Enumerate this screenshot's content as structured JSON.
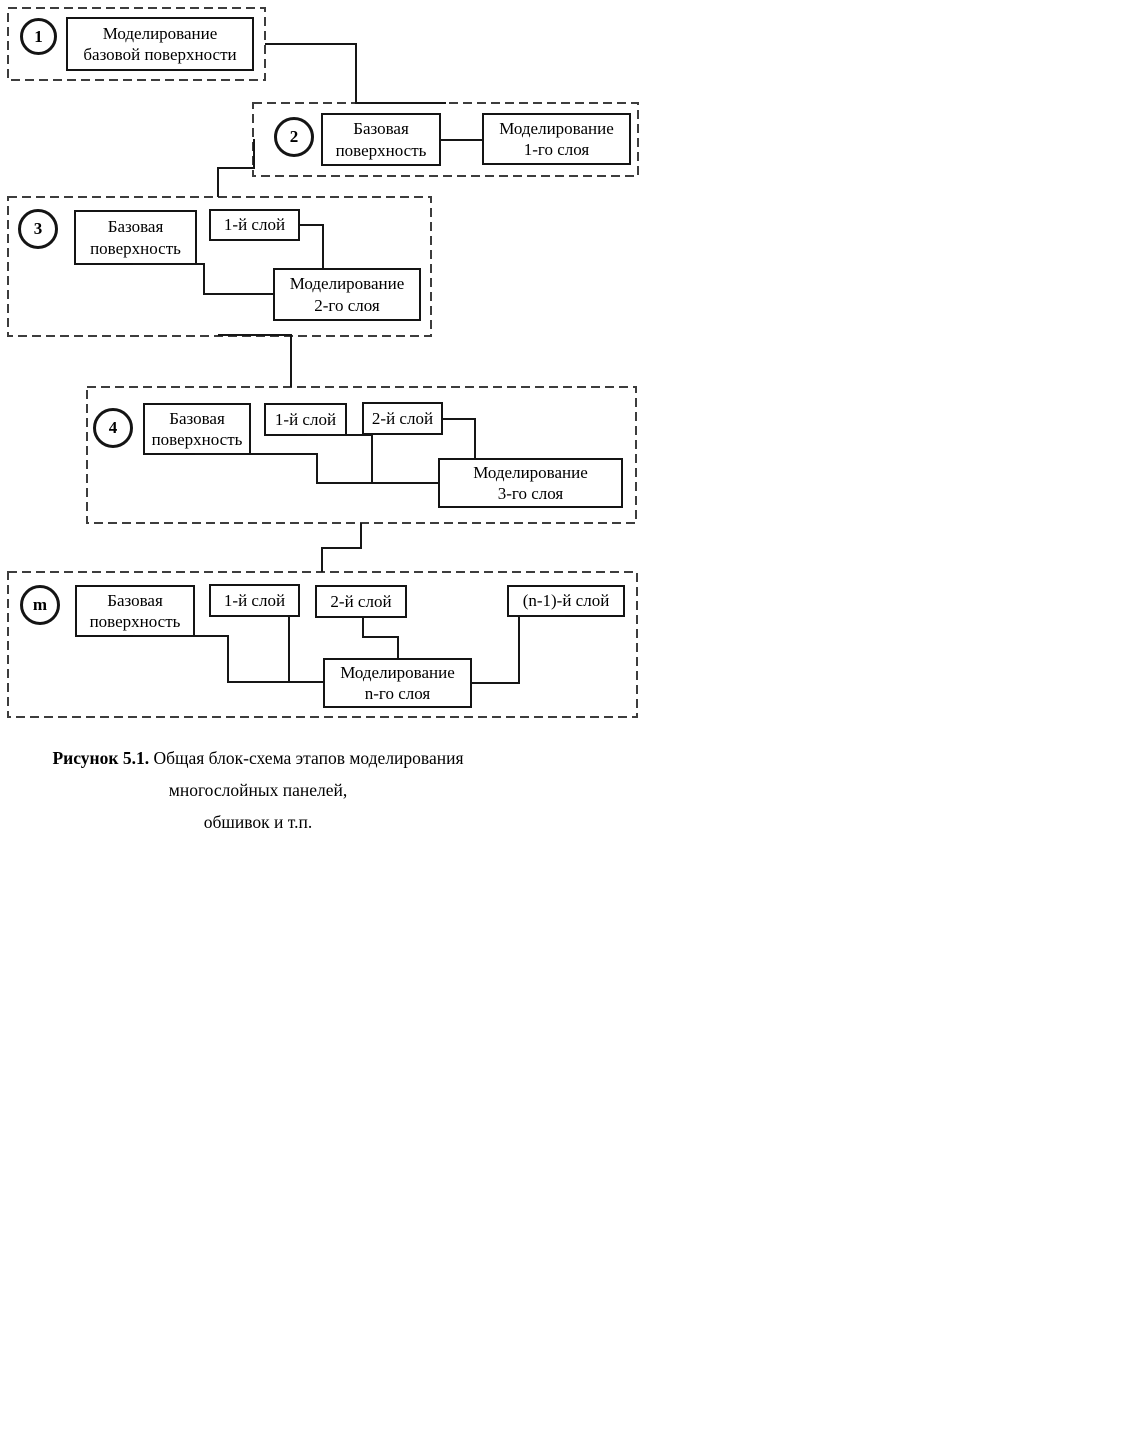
{
  "figure_type": "block-diagram",
  "colors": {
    "background": "#ffffff",
    "solid_line": "#161616",
    "dashed_line": "#3d3d3d",
    "text": "#000000"
  },
  "stages": [
    {
      "badge": "1",
      "main": {
        "l1": "Моделирование",
        "l2": "базовой поверхности"
      }
    },
    {
      "badge": "2",
      "base": {
        "l1": "Базовая",
        "l2": "поверхность"
      },
      "model": {
        "l1": "Моделирование",
        "l2": "1-го слоя"
      }
    },
    {
      "badge": "3",
      "base": {
        "l1": "Базовая",
        "l2": "поверхность"
      },
      "layer1": "1-й слой",
      "model": {
        "l1": "Моделирование",
        "l2": "2-го слоя"
      }
    },
    {
      "badge": "4",
      "base": {
        "l1": "Базовая",
        "l2": "поверхность"
      },
      "layer1": "1-й слой",
      "layer2": "2-й слой",
      "model": {
        "l1": "Моделирование",
        "l2": "3-го слоя"
      }
    },
    {
      "badge": "m",
      "base": {
        "l1": "Базовая",
        "l2": "поверхность"
      },
      "layer1": "1-й слой",
      "layer2": "2-й слой",
      "layer_n1": "(n-1)-й слой",
      "model": {
        "l1": "Моделирование",
        "l2": "n-го слоя"
      }
    }
  ],
  "caption": {
    "label": "Рисунок 5.1.",
    "line1_rest": " Общая блок-схема этапов моделирования многослойных панелей,",
    "line2": "обшивок и т.п."
  }
}
